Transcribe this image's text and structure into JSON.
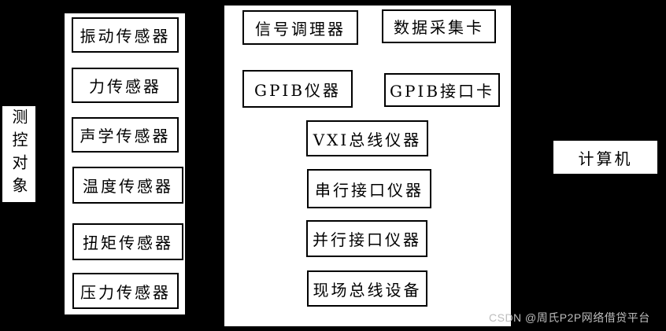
{
  "diagram": {
    "title_hint": "virtual instrument measurement system block diagram",
    "measured_object": {
      "label": "测控对象"
    },
    "sensors": [
      {
        "label": "振动传感器"
      },
      {
        "label": "力传感器"
      },
      {
        "label": "声学传感器"
      },
      {
        "label": "温度传感器"
      },
      {
        "label": "扭矩传感器"
      },
      {
        "label": "压力传感器"
      }
    ],
    "instruments": [
      {
        "label": "信号调理器"
      },
      {
        "label": "数据采集卡"
      },
      {
        "label": "GPIB仪器"
      },
      {
        "label": "GPIB接口卡"
      },
      {
        "label": "VXI总线仪器"
      },
      {
        "label": "串行接口仪器"
      },
      {
        "label": "并行接口仪器"
      },
      {
        "label": "现场总线设备"
      }
    ],
    "computer": {
      "label": "计算机"
    }
  },
  "watermark": {
    "text": "CSDN @周氏P2P网络借贷平台"
  },
  "colors": {
    "background": "#000000",
    "box_fill": "#ffffff",
    "box_border": "#000000",
    "text": "#000000",
    "watermark_text": "#bdbdbd"
  }
}
